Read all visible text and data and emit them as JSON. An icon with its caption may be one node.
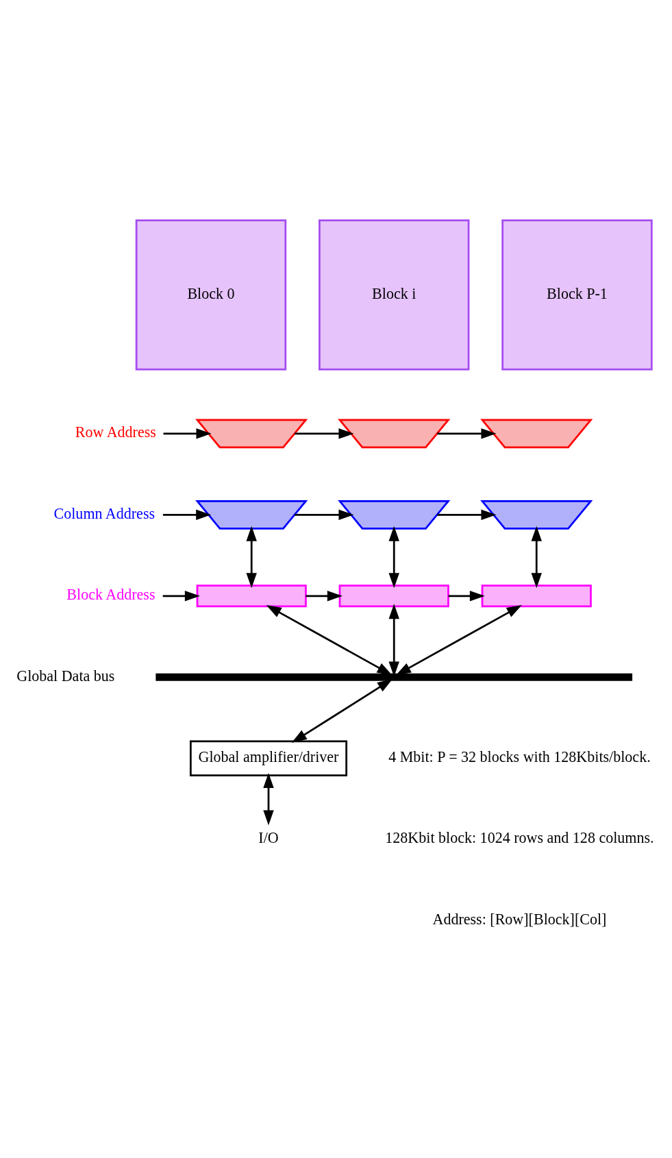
{
  "diagram": {
    "nodes": [
      {
        "text": [
          "Block 0"
        ]
      },
      {
        "text": [
          "Block i"
        ]
      },
      {
        "text": [
          "Block P-1"
        ]
      },
      {
        "text": [],
        "shape": "trapezoid"
      },
      {
        "text": [],
        "shape": "trapezoid"
      },
      {
        "text": [],
        "shape": "trapezoid"
      },
      {
        "text": [],
        "shape": "trapezoid"
      },
      {
        "text": [],
        "shape": "trapezoid"
      },
      {
        "text": [],
        "shape": "trapezoid"
      },
      {
        "text": [],
        "shape": "bar"
      },
      {
        "text": [],
        "shape": "bar"
      },
      {
        "text": [],
        "shape": "bar"
      },
      {
        "text": [],
        "shape": "bar",
        "beside": [
          "Global Data bus"
        ]
      },
      {
        "text": [
          "Global amplifier/driver"
        ]
      },
      {
        "text": [
          "Row Address"
        ]
      },
      {
        "text": [
          "Column Address"
        ]
      },
      {
        "text": [
          "Block Address"
        ]
      },
      {
        "text": [
          "I/O"
        ]
      }
    ],
    "edges": [
      {
        "from": 14,
        "to": 3,
        "arrow": "to"
      },
      {
        "from": 3,
        "to": 4,
        "arrow": "to"
      },
      {
        "from": 4,
        "to": 5,
        "arrow": "to"
      },
      {
        "from": 15,
        "to": 6,
        "arrow": "to"
      },
      {
        "from": 6,
        "to": 7,
        "arrow": "to"
      },
      {
        "from": 7,
        "to": 8,
        "arrow": "to"
      },
      {
        "from": 16,
        "to": 9,
        "arrow": "to"
      },
      {
        "from": 9,
        "to": 10,
        "arrow": "to"
      },
      {
        "from": 10,
        "to": 11,
        "arrow": "to"
      },
      {
        "from": 6,
        "to": 9,
        "arrow": "both"
      },
      {
        "from": 7,
        "to": 10,
        "arrow": "both"
      },
      {
        "from": 8,
        "to": 11,
        "arrow": "both"
      },
      {
        "from": 9,
        "to": 12,
        "arrow": "both"
      },
      {
        "from": 10,
        "to": 12,
        "arrow": "both"
      },
      {
        "from": 11,
        "to": 12,
        "arrow": "both"
      },
      {
        "from": 12,
        "to": 13,
        "arrow": "both"
      },
      {
        "from": 13,
        "to": 17,
        "arrow": "both"
      }
    ],
    "labels": [
      "4 Mbit: P = 32 blocks with 128Kbits/block.",
      "128Kbit block: 1024 rows and 128 columns.",
      "Address: [Row][Block][Col]"
    ]
  }
}
